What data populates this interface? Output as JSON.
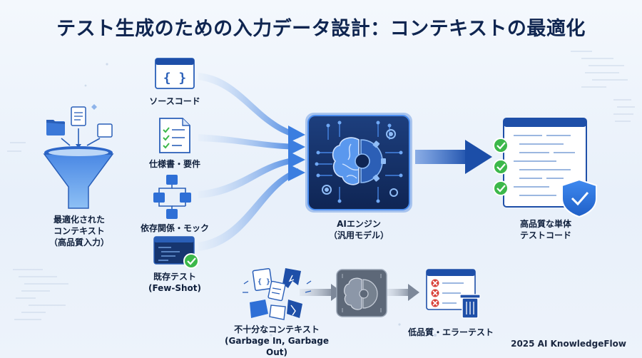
{
  "title": "テスト生成のための入力データ設計：コンテキストの最適化",
  "funnel_label": {
    "line1": "最適化された",
    "line2": "コンテキスト",
    "line3": "（高品質入力）"
  },
  "inputs": [
    {
      "label": "ソースコード",
      "icon": "code-braces-icon"
    },
    {
      "label": "仕様書・要件",
      "icon": "checklist-document-icon"
    },
    {
      "label": "依存関係・モック",
      "icon": "dependency-graph-icon"
    },
    {
      "label": "既存テスト",
      "label2": "(Few-Shot)",
      "icon": "code-window-check-icon"
    }
  ],
  "engine": {
    "line1": "AIエンジン",
    "line2": "（汎用モデル）"
  },
  "output": {
    "line1": "高品質な単体",
    "line2": "テストコード"
  },
  "bad_input": {
    "line1": "不十分なコンテキスト",
    "line2": "(Garbage In, Garbage Out)"
  },
  "bad_output": {
    "label": "低品質・エラーテスト"
  },
  "footer": "2025 AI KnowledgeFlow",
  "code_glyph": "{ }",
  "colors": {
    "navy": "#0f2550",
    "blue": "#2e6fd6",
    "green": "#3cb84a",
    "red": "#d9443c",
    "chip": "#1b3b78"
  }
}
